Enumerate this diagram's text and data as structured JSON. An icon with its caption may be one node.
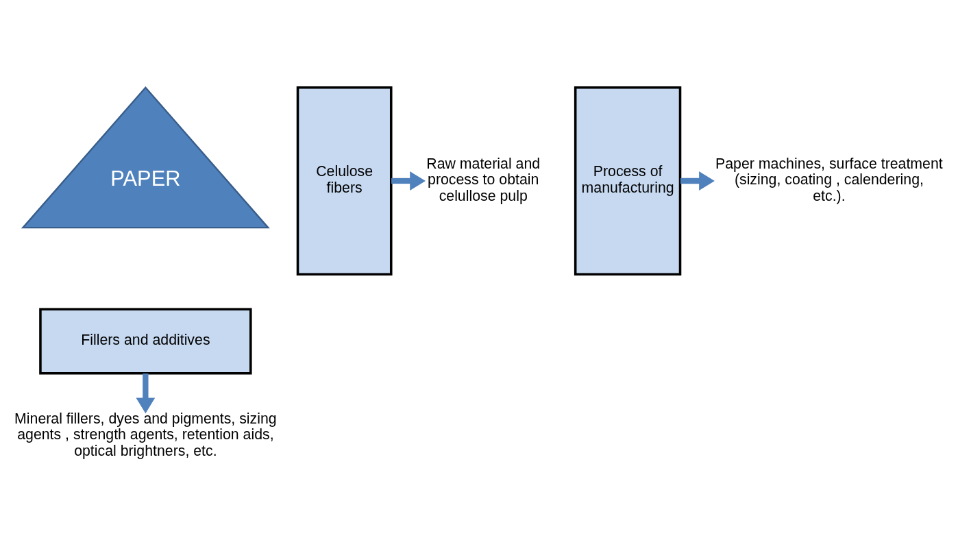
{
  "diagram": {
    "nodes": [
      {
        "text": [
          "PAPER"
        ]
      },
      {
        "text": [
          "Celulose fibers"
        ]
      },
      {
        "text": [
          "Process of manufacturing"
        ]
      },
      {
        "text": [
          "Fillers and additives"
        ]
      },
      {
        "text": [
          "Raw material and process to obtain celullose pulp"
        ]
      },
      {
        "text": [
          "Paper machines, surface treatment (sizing, coating , calendering, etc.)."
        ]
      },
      {
        "text": [
          "Mineral fillers, dyes and pigments, sizing agents , strength agents, retention aids, optical brightners, etc."
        ]
      }
    ],
    "edges": [
      {
        "from": 1,
        "to": 4,
        "arrow": "to"
      },
      {
        "from": 2,
        "to": 5,
        "arrow": "to"
      },
      {
        "from": 3,
        "to": 6,
        "arrow": "to"
      }
    ]
  }
}
